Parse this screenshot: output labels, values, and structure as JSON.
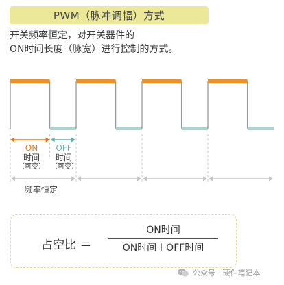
{
  "title": "PWM（脉冲调幅）方式",
  "description": {
    "line1": "开关频率恒定，对开关器件的",
    "line2": "ON时间长度（脉宽）进行控制的方式。"
  },
  "signal": {
    "duty_cycle": 0.6,
    "periods_shown": 4,
    "on_color": "#f0901e",
    "off_color": "#a9d6d2",
    "line_color": "#9a9a9a"
  },
  "labels": {
    "on": "ON",
    "off": "OFF",
    "time": "时间",
    "variable": "（可变）",
    "frequency_constant": "频率恒定"
  },
  "formula": {
    "ratio_label": "占空比 ＝",
    "numerator": "ON时间",
    "denominator": "ON时间＋OFF时间"
  },
  "colors": {
    "title_bg": "#ece89a",
    "on_text": "#e07a10",
    "off_text": "#5fb0b0",
    "box_border": "#e8d89a"
  },
  "watermark": {
    "text": "公众号 · 硬件笔记本",
    "icon": "wechat-icon"
  }
}
